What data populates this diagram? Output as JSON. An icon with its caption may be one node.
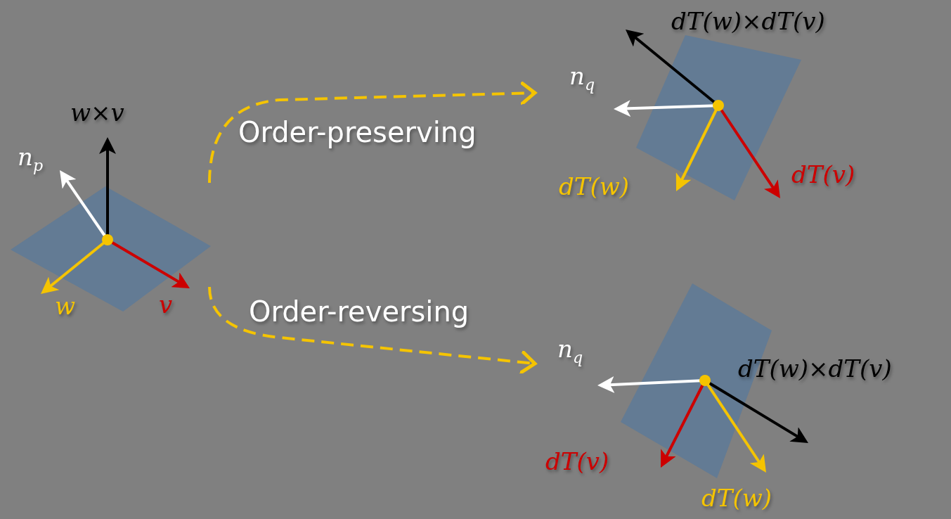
{
  "diagram": {
    "nodes": [
      {
        "text": [],
        "shape": "picture"
      },
      {
        "text": [],
        "shape": "picture"
      },
      {
        "text": [],
        "shape": "picture"
      }
    ],
    "edges": [
      {
        "from": 0,
        "to": 1,
        "arrow": "to",
        "label": "Order-preserving",
        "style": "dashed"
      },
      {
        "from": 0,
        "to": 2,
        "arrow": "to",
        "label": "Order-reversing",
        "style": "dashed"
      }
    ],
    "labels": [
      "w×v",
      "*n*$_{p}$",
      "w",
      "v",
      "*n*$_{q}$",
      "dT(w)×dT(v)",
      "dT(w)",
      "dT(v)",
      "*n*$_{q}$",
      "dT(w)×dT(v)",
      "dT(v)",
      "dT(w)"
    ]
  }
}
